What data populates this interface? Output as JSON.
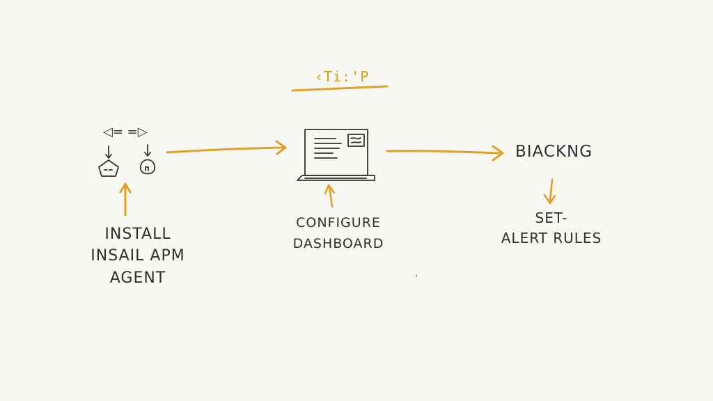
{
  "diagram": {
    "tip_text": "‹Ti:'P",
    "top_left_glyphs": "◁= =▷",
    "steps": [
      {
        "lines": [
          "INSTALL",
          "INSAIL APM",
          "AGENT"
        ]
      },
      {
        "lines": [
          "CONFIGURE",
          "DASHBOARD"
        ]
      },
      {
        "lines": [
          "BIACKNG"
        ]
      },
      {
        "lines": [
          "SET-",
          "ALERT RULES"
        ]
      }
    ]
  },
  "colors": {
    "accent": "#e2a126",
    "ink": "#2f2f2f",
    "background": "#f7f7f4"
  },
  "icons": [
    "agent-node-icon",
    "agent-device-icon",
    "dashboard-monitor-icon"
  ]
}
